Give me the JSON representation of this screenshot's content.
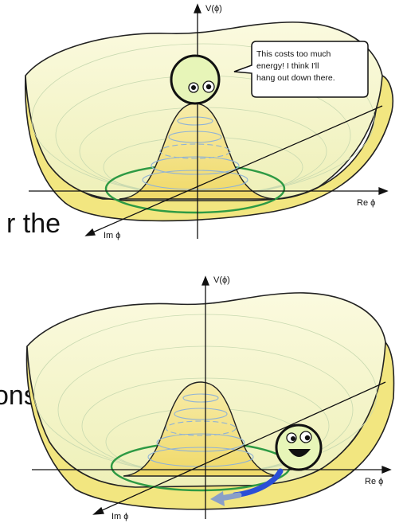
{
  "top": {
    "axis_v": "V(ϕ)",
    "axis_re": "Re ϕ",
    "axis_im": "Im ϕ",
    "speech": [
      "This costs too much",
      "energy! I think I'll",
      "hang out down there."
    ],
    "edge_text": "r the"
  },
  "bottom": {
    "axis_v": "V(ϕ)",
    "axis_re": "Re ϕ",
    "axis_im": "Im ϕ",
    "edge_text": "ons"
  },
  "colors": {
    "surface_fill": "#f8f6c4",
    "rim_fill": "#f2e680",
    "bump_fill": "#f6e27a",
    "outline": "#222222",
    "trough_ring": "#2e9a44",
    "contour": "#8fb2d6",
    "ball_fill": "#e7f5b8",
    "arrow_blue": "#2a4fd6",
    "arrow_grey": "#8a9fc8"
  }
}
